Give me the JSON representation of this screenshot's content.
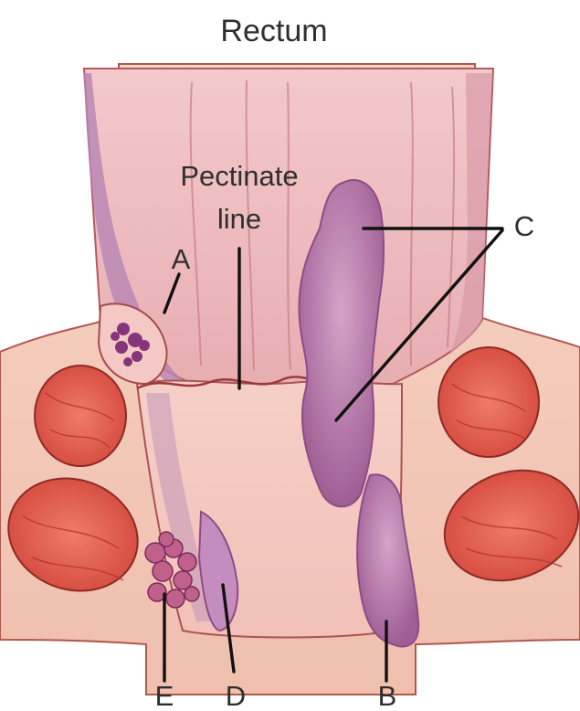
{
  "diagram": {
    "title": "Rectum",
    "pectinate_label_line1": "Pectinate",
    "pectinate_label_line2": "line",
    "labels": {
      "a": "A",
      "b": "B",
      "c": "C",
      "d": "D",
      "e": "E"
    }
  },
  "colors": {
    "skin": "#f2c7b8",
    "mucosa": "#e7a7a9",
    "muscle_red": "#e05a4b",
    "hemorrhoid_purple": "#b073a3",
    "thrombosed_purple": "#8a3d7e",
    "outline": "#9b3a3a"
  }
}
